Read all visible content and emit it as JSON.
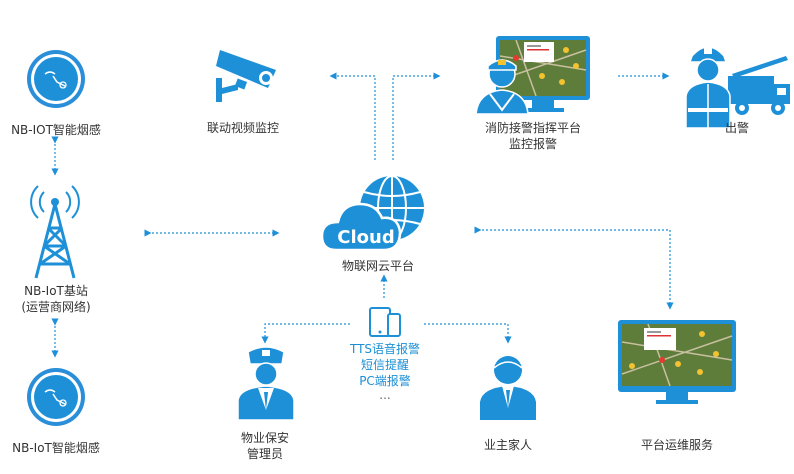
{
  "nodes": {
    "smoke_top": "NB-IOT智能烟感",
    "station_line1": "NB-IoT基站",
    "station_line2": "(运营商网络)",
    "smoke_bottom": "NB-IoT智能烟感",
    "video": "联动视频监控",
    "fire_platform_line1": "消防接警指挥平台",
    "fire_platform_line2": "监控报警",
    "dispatch": "出警",
    "cloud_text": "Cloud",
    "cloud_platform": "物联网云平台",
    "alert_line1": "TTS语音报警",
    "alert_line2": "短信提醒",
    "alert_line3": "PC端报警",
    "alert_line4": "...",
    "guard_line1": "物业保安",
    "guard_line2": "管理员",
    "owner": "业主家人",
    "ops": "平台运维服务"
  },
  "colors": {
    "primary": "#1e90d8",
    "dark": "#0f6fb5",
    "map_green": "#5f7d3a",
    "fire_red": "#e23b2f",
    "yellow": "#f2c230"
  }
}
